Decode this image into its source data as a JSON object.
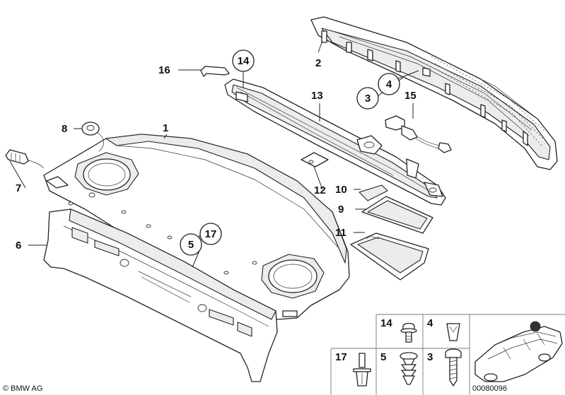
{
  "callouts": {
    "c1": "1",
    "c2": "2",
    "c3": "3",
    "c4": "4",
    "c5": "5",
    "c6": "6",
    "c7": "7",
    "c8": "8",
    "c9": "9",
    "c10": "10",
    "c11": "11",
    "c12": "12",
    "c13": "13",
    "c14": "14",
    "c15": "15",
    "c16": "16",
    "c17": "17"
  },
  "legend": {
    "cells": [
      {
        "label": "14",
        "icon": "push-rivet-icon"
      },
      {
        "label": "4",
        "icon": "clip-nut-icon"
      },
      {
        "label": "17",
        "icon": "expanding-rivet-icon"
      },
      {
        "label": "5",
        "icon": "fir-tree-clip-icon"
      },
      {
        "label": "3",
        "icon": "screw-icon"
      }
    ],
    "car_icon": "sedan-location-icon"
  },
  "footer": {
    "copyright": "© BMW AG",
    "diagram_id": "00080096"
  },
  "colors": {
    "line": "#222222",
    "shade": "#ececec",
    "background": "#ffffff"
  }
}
